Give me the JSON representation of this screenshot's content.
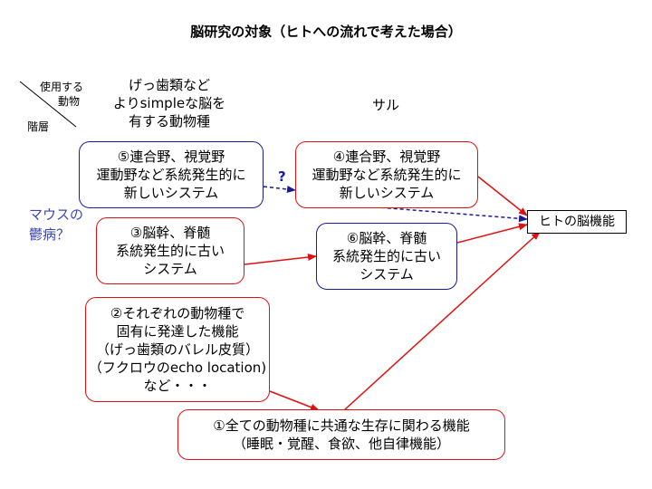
{
  "title": "脳研究の対象（ヒトへの流れで考えた場合）",
  "axis": {
    "top": [
      "使用する",
      "動物"
    ],
    "bottom": "階層"
  },
  "column_headers": {
    "rodent": [
      "げっ歯類など",
      "よりsimpleな脳を",
      "有する動物種"
    ],
    "monkey": "サル"
  },
  "boxes": {
    "b5": [
      "⑤連合野、視覚野",
      "運動野など系統発生的に",
      "新しいシステム"
    ],
    "b4": [
      "④連合野、視覚野",
      "運動野など系統発生的に",
      "新しいシステム"
    ],
    "b3": [
      "③脳幹、脊髄",
      "系統発生的に古い",
      "システム"
    ],
    "b6": [
      "⑥脳幹、脊髄",
      "系統発生的に古い",
      "システム"
    ],
    "b2": [
      "②それぞれの動物種で",
      "固有に発達した機能",
      "（げっ歯類のバレル皮質）",
      "（フクロウのecho location)",
      "など・・・"
    ],
    "b1": [
      "①全ての動物種に共通な生存に関わる機能",
      "（睡眠・覚醒、食欲、他自律機能）"
    ]
  },
  "target": "ヒトの脳機能",
  "mouse_note": [
    "マウスの",
    "鬱病？"
  ],
  "question_mark": "?",
  "colors": {
    "red": "#e01010",
    "blue": "#1a1a9c",
    "note_blue": "#3b47b8"
  }
}
